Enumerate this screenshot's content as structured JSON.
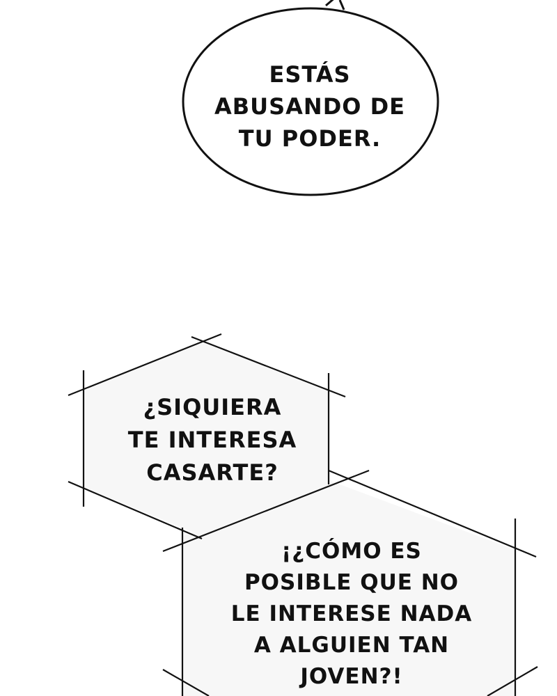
{
  "bubbles": [
    {
      "lines": [
        "ESTÁS",
        "ABUSANDO DE",
        "TU PODER."
      ]
    },
    {
      "lines": [
        "¿SIQUIERA",
        "TE INTERESA",
        "CASARTE?"
      ]
    },
    {
      "lines": [
        "¡¿CÓMO ES",
        "POSIBLE QUE NO",
        "LE INTERESE NADA",
        "A ALGUIEN TAN",
        "JOVEN?!"
      ]
    }
  ],
  "colors": {
    "ink": "#111111",
    "paper": "#ffffff",
    "panel_fill": "#f7f7f7"
  }
}
